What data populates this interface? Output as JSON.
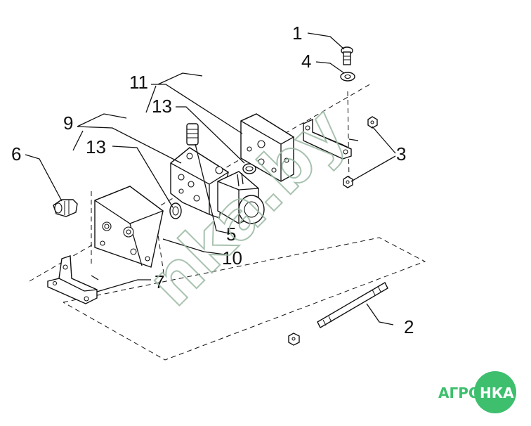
{
  "callouts": {
    "c1": "1",
    "c2": "2",
    "c3": "3",
    "c4": "4",
    "c5": "5",
    "c6": "6",
    "c7": "7",
    "c9": "9",
    "c10": "10",
    "c11": "11",
    "c13a": "13",
    "c13b": "13"
  },
  "watermark": {
    "text": "nka.by"
  },
  "logo": {
    "left": "АГРО",
    "right": "НКА",
    "color": "#3dbf6e"
  }
}
